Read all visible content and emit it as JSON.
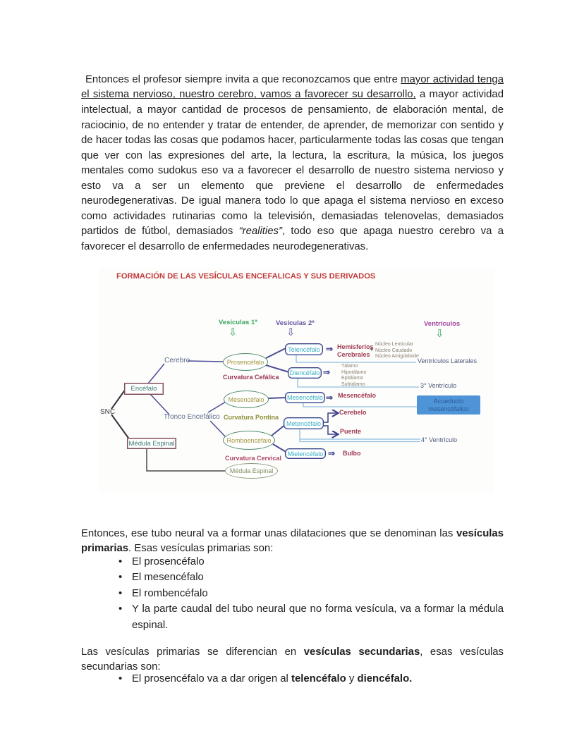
{
  "document": {
    "p1": {
      "start": "Entonces el profesor siempre invita a que reconozcamos que entre ",
      "underlined": "mayor actividad tenga el sistema nervioso, nuestro cerebro, vamos a favorecer su desarrollo,",
      "mid": " a mayor actividad intelectual, a mayor cantidad de procesos de pensamiento, de elaboración mental, de raciocinio, de no entender y tratar de entender, de aprender, de memorizar con sentido y de hacer todas las cosas que podamos hacer, particularmente todas las cosas que tengan que ver con las expresiones del arte, la lectura, la escritura, la música, los juegos mentales como sudokus eso va a favorecer el desarrollo de nuestro sistema nervioso y esto va a ser un elemento que previene el desarrollo de enfermedades neurodegenerativas. De igual manera todo lo que apaga el sistema nervioso en exceso como actividades rutinarias como la televisión, demasiadas telenovelas, demasiados partidos de fútbol, demasiados ",
      "italic": "“realities”",
      "end": ", todo eso que apaga nuestro cerebro va a favorecer el desarrollo de enfermedades neurodegenerativas."
    },
    "p2": {
      "start": "Entonces, ese tubo neural va a formar unas dilataciones que se denominan las ",
      "bold": "vesículas primarias",
      "end": ". Esas vesículas primarias son:"
    },
    "bullets1": [
      "El prosencéfalo",
      "El mesencéfalo",
      "El rombencéfalo",
      "Y la parte caudal del tubo neural que no forma vesícula, va a formar la médula espinal."
    ],
    "p3": {
      "start": "Las vesículas primarias se diferencian en ",
      "bold": "vesículas secundarias",
      "end": ", esas vesículas secundarias son:"
    },
    "bullet2": {
      "start": "El prosencéfalo va a dar origen al ",
      "bold1": "telencéfalo",
      "mid": " y ",
      "bold2": "diencéfalo."
    },
    "bullet_char": "•"
  },
  "diagram": {
    "title": "FORMACIÓN DE LAS VESÍCULAS ENCEFALICAS  Y SUS DERIVADOS",
    "col1": "Vesículas 1ª",
    "col2": "Vesículas 2ª",
    "col3": "Ventrículos",
    "down_arrow": "⇩",
    "double_arrow": "⇒",
    "plus": "+",
    "snc": "SNC",
    "encefalo": "Encéfalo",
    "medula_box": "Médula Espinal",
    "cerebro": "Cerebro",
    "tronco": "Tronco Encefálico",
    "prosencefalo": "Prosencéfalo",
    "mesencefalo_oval": "Mesencéfalo",
    "romboencefalo": "Romboencéfalo",
    "medula_oval": "Médula Espinal",
    "curv_cefalica": "Curvatura Cefálica",
    "curv_pontina": "Curvatura Pontina",
    "curv_cervical": "Curvatura Cervical",
    "telencefalo": "Telencéfalo",
    "diencefalo": "Diencéfalo",
    "mesencefalo_box": "Mesencéfalo",
    "metencefalo": "Metencéfalo",
    "mielencefalo": "Mielencéfalo",
    "hemisferios_l1": "Hemisferios",
    "hemisferios_l2": "Cerebrales",
    "nucleos": [
      "Núcleo Lenticular",
      "Núcleo Caudado",
      "Núcleo Amigdaloide"
    ],
    "diencefalo_derivados": [
      "Tálamo",
      "Hipotálamo",
      "Epitálamo",
      "Subtálamo"
    ],
    "mesencefalo_derivado": "Mesencéfalo",
    "cerebelo": "Cerebelo",
    "puente": "Puente",
    "bulbo": "Bulbo",
    "ventriculos_laterales": "Ventrículos Laterales",
    "tercer_ventriculo": "3° Ventrículo",
    "acueducto_l1": "Acueducto",
    "acueducto_l2": "mesencéfalico",
    "cuarto_ventriculo": "4° Ventrículo"
  },
  "colors": {
    "title_red": "#c23a3a",
    "green": "#3aa55a",
    "purple": "#6650a0",
    "magenta": "#a040a0",
    "navy": "#3c3c8c",
    "cyan": "#38aec4",
    "dark_red": "#a03a50",
    "olive": "#8f8f3a",
    "maroon_box": "#7e4a56",
    "oval_green": "#4e8a68",
    "blue_box": "#4f94d6",
    "light_blue_line": "#8ec0de"
  }
}
